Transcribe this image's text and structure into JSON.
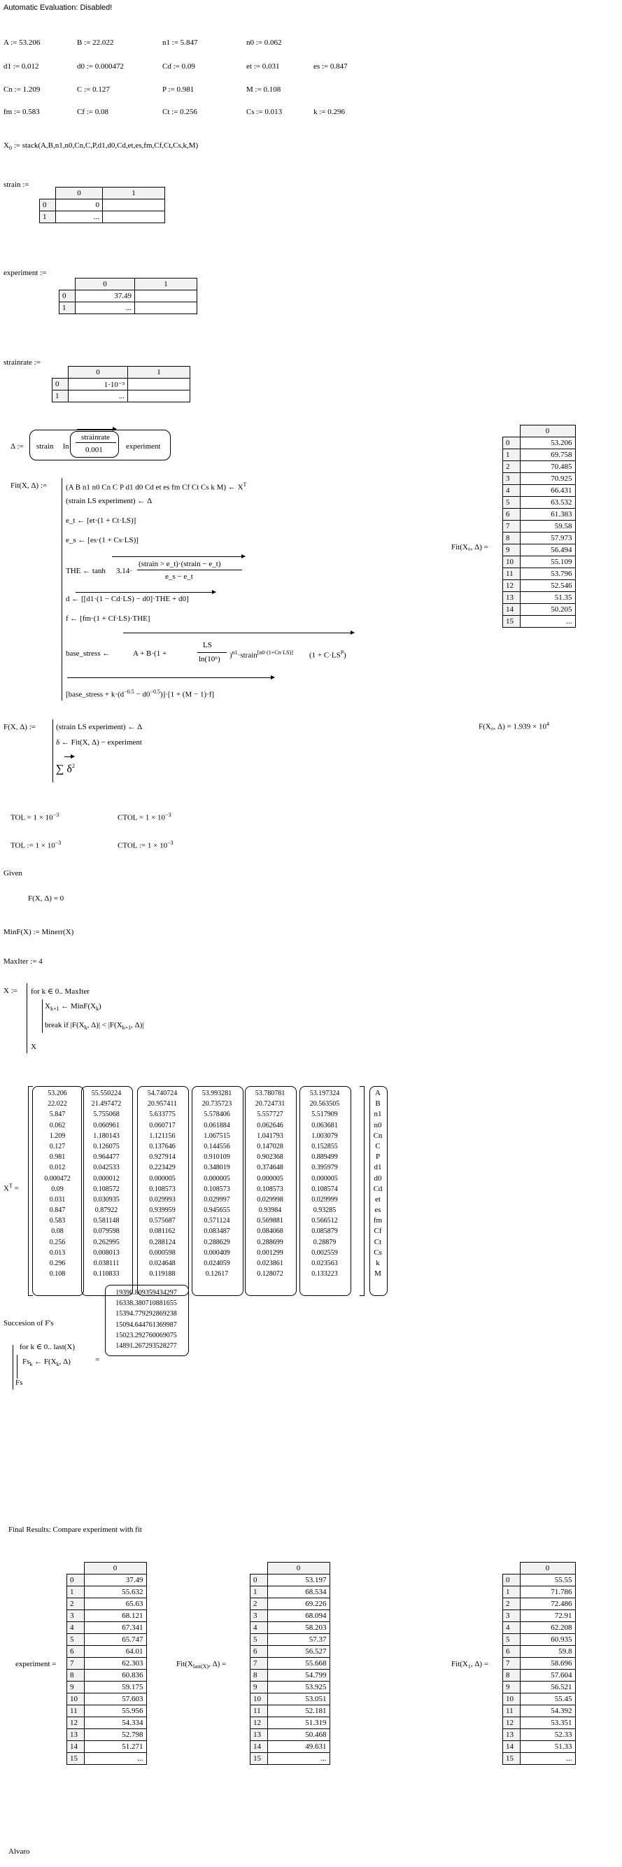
{
  "header": {
    "status": "Automatic Evaluation: Disabled!"
  },
  "params": [
    [
      "A := 53.206",
      "B := 22.022",
      "n1 := 5.847",
      "n0 := 0.062",
      ""
    ],
    [
      "d1 := 0.012",
      "d0 := 0.000472",
      "Cd := 0.09",
      "et := 0.031",
      "es := 0.847"
    ],
    [
      "Cn := 1.209",
      "C := 0.127",
      "P := 0.981",
      "M := 0.108",
      ""
    ],
    [
      "fm := 0.583",
      "Cf := 0.08",
      "Ct := 0.256",
      "Cs := 0.013",
      "k := 0.296"
    ]
  ],
  "x0_def": "stack(A,B,n1,n0,Cn,C,P,d1,d0,Cd,et,es,fm,Cf,Ct,Cs,k,M)",
  "strain": {
    "label": "strain :=",
    "cols": [
      "0",
      "1"
    ],
    "rows": [
      [
        "0",
        "0",
        ""
      ],
      [
        "1",
        "...",
        ""
      ]
    ]
  },
  "experiment": {
    "label": "experiment :=",
    "cols": [
      "0",
      "1"
    ],
    "rows": [
      [
        "0",
        "37.49",
        ""
      ],
      [
        "1",
        "...",
        ""
      ]
    ]
  },
  "strainrate": {
    "label": "strainrate :=",
    "cols": [
      "0",
      "1"
    ],
    "rows": [
      [
        "0",
        "1·10⁻³",
        ""
      ],
      [
        "1",
        "...",
        ""
      ]
    ]
  },
  "delta_def": {
    "lhs": "Δ :=",
    "a": "strain",
    "ln": "ln",
    "num": "strainrate",
    "den": "0.001",
    "b": "experiment"
  },
  "fit_def": {
    "lhs": "Fit(X, Δ) :=",
    "l1": "(A  B  n1  n0  Cn  C  P  d1  d0  Cd  et  es  fm  Cf  Ct  Cs  k  M) ← X",
    "l1sup": "T",
    "l2": "(strain  LS  experiment) ← Δ",
    "l3": "e_t ← [et·(1 + Ct·LS)]",
    "l4": "e_s ← [es·(1 + Cs·LS)]",
    "l5a": "THE ← tanh",
    "l5num": "(strain > e_t)·(strain − e_t)",
    "l5den": "e_s − e_t",
    "l5k": "3.14·",
    "l6": "d ← [[d1·(1 − Cd·LS) − d0]·THE + d0]",
    "l7": "f ← [fm·(1 + Cf·LS)·THE]",
    "l8a": "base_stress ←",
    "l8b": "A + B·(1 +",
    "l8num": "LS",
    "l8den": "ln(10⁶)",
    "l8c": ")",
    "l8sup": "n1",
    "l8d": "·strain",
    "l8sup2": "[n0·(1+Cn·LS)]",
    "l8e": "(1 + C·LS",
    "l8sup3": "P",
    "l8f": ")",
    "l9a": "[base_stress + k·(d",
    "l9sup1": "−0.5",
    "l9b": " − d0",
    "l9sup2": "−0.5",
    "l9c": ")]·[1 + (M − 1)·f]"
  },
  "fx0": {
    "label": "Fit(X₀, Δ) =",
    "cols": [
      "0"
    ],
    "rows": [
      [
        "0",
        "53.206"
      ],
      [
        "1",
        "69.758"
      ],
      [
        "2",
        "70.485"
      ],
      [
        "3",
        "70.925"
      ],
      [
        "4",
        "66.431"
      ],
      [
        "5",
        "63.532"
      ],
      [
        "6",
        "61.383"
      ],
      [
        "7",
        "59.58"
      ],
      [
        "8",
        "57.973"
      ],
      [
        "9",
        "56.494"
      ],
      [
        "10",
        "55.109"
      ],
      [
        "11",
        "53.796"
      ],
      [
        "12",
        "52.546"
      ],
      [
        "13",
        "51.35"
      ],
      [
        "14",
        "50.205"
      ],
      [
        "15",
        "..."
      ]
    ]
  },
  "F_def": {
    "lhs": "F(X, Δ) :=",
    "l1": "(strain  LS  experiment) ← Δ",
    "l2": "δ ← Fit(X, Δ) − experiment",
    "l3": "∑ δ",
    "l3sup": "2"
  },
  "F_result": {
    "text": "F(X₀, Δ) = 1.939 × 10",
    "sup": "4"
  },
  "tol": {
    "a": "TOL = 1 × 10",
    "asup": "−3",
    "b": "CTOL = 1 × 10",
    "bsup": "−3",
    "c": "TOL := 1 × 10",
    "csup": "−3",
    "d": "CTOL := 1 × 10",
    "dsup": "−3"
  },
  "given": "Given",
  "constraint": "F(X, Δ) = 0",
  "minf": "MinF(X) := Minerr(X)",
  "maxiter": "MaxIter := 4",
  "loop": {
    "lhs": "X :=",
    "l1": "for  k ∈ 0.. MaxIter",
    "l2": "X",
    "l2sub": "k+1",
    "l2b": " ← MinF(X",
    "l2sub2": "k",
    "l2c": ")",
    "l3": "break  if  |F(X",
    "l3sub": "k",
    "l3b": ", Δ)| < |F(X",
    "l3sub2": "k+1",
    "l3c": ", Δ)|",
    "l4": "X"
  },
  "xt": {
    "lhs": "X",
    "lhssup": "T",
    "eq": "=",
    "cols": [
      [
        "53.206",
        "22.022",
        "5.847",
        "0.062",
        "1.209",
        "0.127",
        "0.981",
        "0.012",
        "0.000472",
        "0.09",
        "0.031",
        "0.847",
        "0.583",
        "0.08",
        "0.256",
        "0.013",
        "0.296",
        "0.108"
      ],
      [
        "55.550224",
        "21.497472",
        "5.755068",
        "0.060961",
        "1.180143",
        "0.126075",
        "0.964477",
        "0.042533",
        "0.000012",
        "0.108572",
        "0.030935",
        "0.87922",
        "0.581148",
        "0.079598",
        "0.262995",
        "0.008013",
        "0.038111",
        "0.110833"
      ],
      [
        "54.740724",
        "20.957411",
        "5.633775",
        "0.060717",
        "1.121156",
        "0.137646",
        "0.927914",
        "0.223429",
        "0.000005",
        "0.108573",
        "0.029993",
        "0.939959",
        "0.575687",
        "0.081162",
        "0.288124",
        "0.000598",
        "0.024648",
        "0.119188"
      ],
      [
        "53.993281",
        "20.735723",
        "5.578406",
        "0.061884",
        "1.067515",
        "0.144556",
        "0.910109",
        "0.348019",
        "0.000005",
        "0.108573",
        "0.029997",
        "0.945655",
        "0.571124",
        "0.083487",
        "0.288629",
        "0.000409",
        "0.024059",
        "0.12617"
      ],
      [
        "53.780781",
        "20.724731",
        "5.557727",
        "0.062646",
        "1.041793",
        "0.147028",
        "0.902368",
        "0.374648",
        "0.000005",
        "0.108573",
        "0.029998",
        "0.93984",
        "0.569881",
        "0.084068",
        "0.288699",
        "0.001299",
        "0.023861",
        "0.128072"
      ],
      [
        "53.197324",
        "20.563505",
        "5.517909",
        "0.063681",
        "1.003079",
        "0.152855",
        "0.889499",
        "0.395979",
        "0.000005",
        "0.108574",
        "0.029999",
        "0.93285",
        "0.566512",
        "0.085879",
        "0.28879",
        "0.002559",
        "0.023563",
        "0.133223"
      ]
    ],
    "names": [
      "A",
      "B",
      "n1",
      "n0",
      "Cn",
      "C",
      "P",
      "d1",
      "d0",
      "Cd",
      "et",
      "es",
      "fm",
      "Cf",
      "Ct",
      "Cs",
      "k",
      "M"
    ]
  },
  "succession": {
    "title": "Succesion of F's",
    "l1": "for  k ∈ 0.. last(X)",
    "l2": "Fs",
    "l2sub": "k",
    "l2b": " ← F(X",
    "l2sub2": "k",
    "l2c": ", Δ)",
    "l3": "Fs",
    "eq": "=",
    "values": [
      "19390.809359434297",
      "16338.380710881655",
      "15394.779292869238",
      "15094.644761369987",
      "15023.292760069075",
      "14891.267293528277"
    ]
  },
  "final": {
    "title": "Final Results: Compare experiment with fit"
  },
  "exp_tbl": {
    "label": "experiment =",
    "cols": [
      "0"
    ],
    "rows": [
      [
        "0",
        "37.49"
      ],
      [
        "1",
        "55.632"
      ],
      [
        "2",
        "65.63"
      ],
      [
        "3",
        "68.121"
      ],
      [
        "4",
        "67.341"
      ],
      [
        "5",
        "65.747"
      ],
      [
        "6",
        "64.01"
      ],
      [
        "7",
        "62.303"
      ],
      [
        "8",
        "60.836"
      ],
      [
        "9",
        "59.175"
      ],
      [
        "10",
        "57.603"
      ],
      [
        "11",
        "55.956"
      ],
      [
        "12",
        "54.334"
      ],
      [
        "13",
        "52.798"
      ],
      [
        "14",
        "51.271"
      ],
      [
        "15",
        "..."
      ]
    ]
  },
  "fitlast_tbl": {
    "label": "Fit(X",
    "labelsub": "last(X)",
    "labelb": ", Δ) =",
    "cols": [
      "0"
    ],
    "rows": [
      [
        "0",
        "53.197"
      ],
      [
        "1",
        "68.534"
      ],
      [
        "2",
        "69.226"
      ],
      [
        "3",
        "68.094"
      ],
      [
        "4",
        "58.203"
      ],
      [
        "5",
        "57.37"
      ],
      [
        "6",
        "56.527"
      ],
      [
        "7",
        "55.668"
      ],
      [
        "8",
        "54.799"
      ],
      [
        "9",
        "53.925"
      ],
      [
        "10",
        "53.051"
      ],
      [
        "11",
        "52.181"
      ],
      [
        "12",
        "51.319"
      ],
      [
        "13",
        "50.468"
      ],
      [
        "14",
        "49.631"
      ],
      [
        "15",
        "..."
      ]
    ]
  },
  "fit1_tbl": {
    "label": "Fit(X",
    "labelsub": "1",
    "labelb": ", Δ) =",
    "cols": [
      "0"
    ],
    "rows": [
      [
        "0",
        "55.55"
      ],
      [
        "1",
        "71.786"
      ],
      [
        "2",
        "72.486"
      ],
      [
        "3",
        "72.91"
      ],
      [
        "4",
        "62.208"
      ],
      [
        "5",
        "60.935"
      ],
      [
        "6",
        "59.8"
      ],
      [
        "7",
        "58.696"
      ],
      [
        "8",
        "57.604"
      ],
      [
        "9",
        "56.521"
      ],
      [
        "10",
        "55.45"
      ],
      [
        "11",
        "54.392"
      ],
      [
        "12",
        "53.351"
      ],
      [
        "13",
        "52.33"
      ],
      [
        "14",
        "51.33"
      ],
      [
        "15",
        "..."
      ]
    ]
  },
  "footer": {
    "author": "Alvaro"
  }
}
